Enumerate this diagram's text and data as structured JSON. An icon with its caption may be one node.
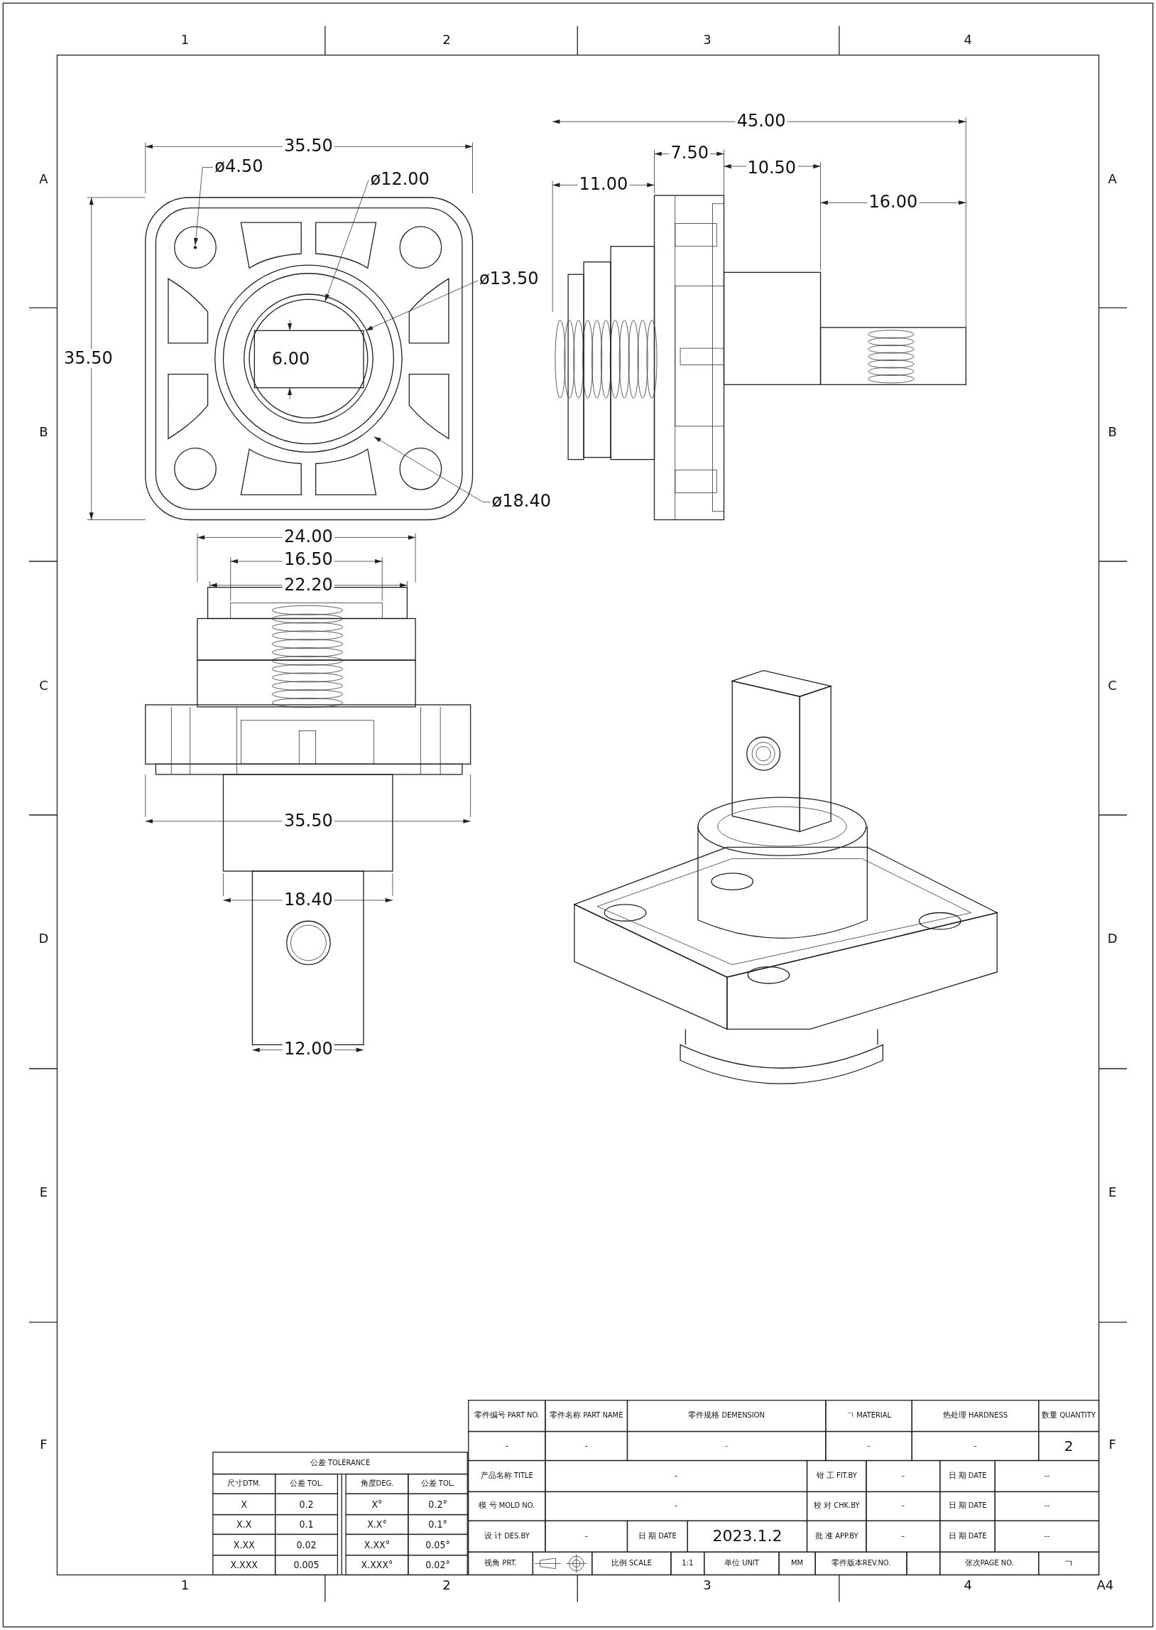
{
  "diagram": {
    "labels": [
      "1",
      "2",
      "3",
      "4",
      "A",
      "A",
      "35.50",
      "45.00",
      "7.50",
      "ø4.50",
      "ø12.00",
      "11.00",
      "10.50",
      "16.00",
      "ø13.50",
      "35.50",
      "6.00",
      "B",
      "B",
      "ø18.40",
      "24.00",
      "16.50",
      "22.20",
      "C",
      "C",
      "35.50",
      "18.40",
      "D",
      "D",
      "12.00",
      "E",
      "E",
      "零件编号 PART NO.",
      "零件名称 PART NAME",
      "零件规格 DEMENSION",
      "ㄱ MATERIAL",
      "热处理 HARDNESS",
      "数量 QUANTITY",
      "F",
      "–",
      "–",
      "-",
      "-",
      "–",
      "2",
      "F",
      "公差 TOLERANCE",
      "尺寸DTM.",
      "公差 TOL.",
      "角度DEG.",
      "公差 TOL.",
      "X",
      "0.2",
      "X°",
      "0.2°",
      "X.X",
      "0.1",
      "X.X°",
      "0.1°",
      "X.XX",
      "0.02",
      "X.XX°",
      "0.05°",
      "X.XXX",
      "0.005",
      "X.XXX°",
      "0.02°",
      "产品名称 TITLE",
      "–",
      "钳 工 FIT.BY",
      "–",
      "日 期 DATE",
      "--",
      "模 号 MOLD NO.",
      "–",
      "校 对 CHK.BY",
      "–",
      "日 期 DATE",
      "--",
      "设 计 DES.BY",
      "–",
      "日 期 DATE",
      "2023.1.2",
      "批 准 APP.BY",
      "–",
      "日 期 DATE",
      "--",
      "视角 PRT.",
      "比例 SCALE",
      "1:1",
      "单位 UNIT",
      "MM",
      "零件版本REV.NO.",
      "张次PAGE NO.",
      "ㄱ",
      "1",
      "2",
      "3",
      "4",
      "A4"
    ]
  }
}
